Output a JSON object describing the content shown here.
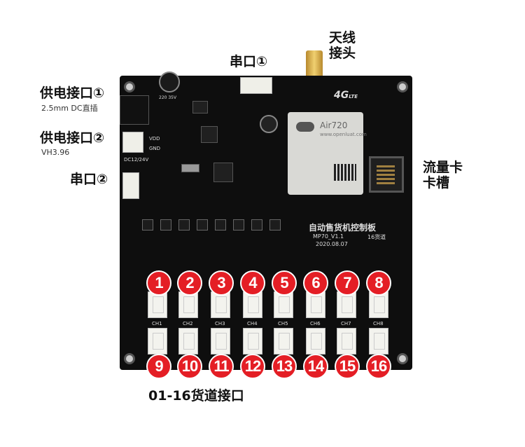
{
  "callouts": {
    "uart1": "串口①",
    "antenna_line1": "天线",
    "antenna_line2": "接头",
    "power1": "供电接口①",
    "power1_sub": "2.5mm DC直插",
    "power2": "供电接口②",
    "power2_sub": "VH3.96",
    "uart2": "串口②",
    "sim_line1": "流量卡",
    "sim_line2": "卡槽",
    "channels": "01-16货道接口"
  },
  "board": {
    "title": "自动售货机控制板",
    "model": "MP70_V1.1",
    "channels": "16货道",
    "date": "2020.08.07",
    "lte_logo": "4G",
    "lte_small": "LTE",
    "module_brand": "Air720",
    "module_site": "www.openluat.com",
    "voltage_label": "DC12/24V",
    "vdd": "VDD",
    "gnd": "GND",
    "cap_label": "220 35V",
    "channel_labels": [
      "CH1",
      "CH2",
      "CH3",
      "CH4",
      "CH5",
      "CH6",
      "CH7",
      "CH8"
    ]
  },
  "badges_top": [
    "1",
    "2",
    "3",
    "4",
    "5",
    "6",
    "7",
    "8"
  ],
  "badges_bottom": [
    "9",
    "10",
    "11",
    "12",
    "13",
    "14",
    "15",
    "16"
  ],
  "colors": {
    "badge": "#e41e25",
    "board": "#0e0e0e"
  }
}
